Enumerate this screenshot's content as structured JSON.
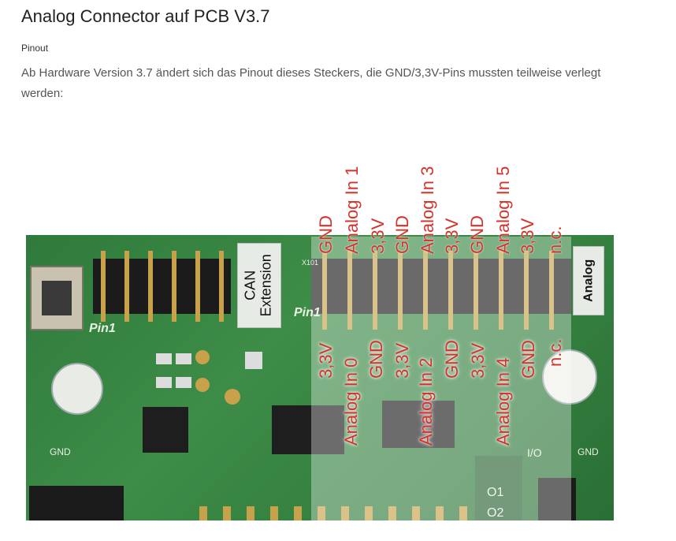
{
  "page": {
    "title": "Analog Connector auf PCB V3.7",
    "section_label": "Pinout",
    "description": "Ab Hardware Version 3.7 ändert sich das Pinout dieses Steckers, die GND/3,3V-Pins mussten teilweise verlegt werden:"
  },
  "figure": {
    "top_pins": [
      "GND",
      "Analog In 1",
      "3,3V",
      "GND",
      "Analog In 3",
      "3,3V",
      "GND",
      "Analog In 5",
      "3,3V",
      "n.c."
    ],
    "bottom_pins": [
      "3,3V",
      "Analog In 0",
      "GND",
      "3,3V",
      "Analog In 2",
      "GND",
      "3,3V",
      "Analog In 4",
      "GND",
      "n.c."
    ],
    "connector_label": "Analog",
    "can_label_line1": "CAN",
    "can_label_line2": "Extension",
    "pin1_left": "Pin1",
    "pin1_right": "Pin1",
    "header_ref": "X101",
    "silk_gnd_left": "GND",
    "silk_gnd_right": "GND",
    "silk_io": "I/O",
    "silk_o1": "O1",
    "silk_o2": "O2"
  },
  "colors": {
    "pcb_green": "#347f3f",
    "label_red": "#d6322a"
  }
}
